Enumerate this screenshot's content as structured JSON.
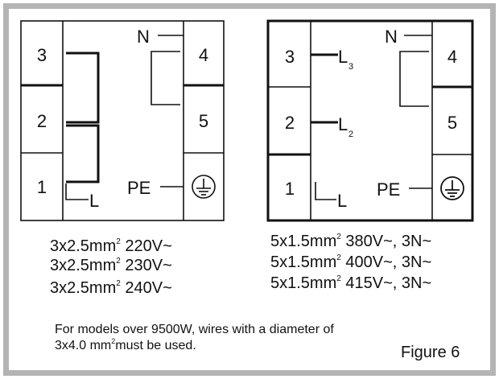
{
  "left_block": {
    "terminals": {
      "t3": "3",
      "t2": "2",
      "t1": "1",
      "t4": "4",
      "t5": "5"
    },
    "labels": {
      "n": "N",
      "l": "L",
      "pe": "PE"
    }
  },
  "right_block": {
    "terminals": {
      "t3": "3",
      "t2": "2",
      "t1": "1",
      "t4": "4",
      "t5": "5"
    },
    "labels": {
      "n": "N",
      "l3": "L",
      "l3_sub": "3",
      "l2": "L",
      "l2_sub": "2",
      "l": "L",
      "pe": "PE"
    }
  },
  "specs_left": [
    {
      "wire": "3x2.5mm",
      "exp": "2",
      "rating": "220V~"
    },
    {
      "wire": "3x2.5mm",
      "exp": "2",
      "rating": "230V~"
    },
    {
      "wire": "3x2.5mm",
      "exp": "2",
      "rating": "240V~"
    }
  ],
  "specs_right": [
    {
      "wire": "5x1.5mm",
      "exp": "2",
      "rating": "380V~, 3N~"
    },
    {
      "wire": "5x1.5mm",
      "exp": "2",
      "rating": "400V~, 3N~"
    },
    {
      "wire": "5x1.5mm",
      "exp": "2",
      "rating": "415V~, 3N~"
    }
  ],
  "note": {
    "line1": "For models over 9500W, wires with a diameter of",
    "line2_pre": "3x4.0 mm",
    "line2_exp": "2",
    "line2_post": "must be used."
  },
  "caption": "Figure 6"
}
